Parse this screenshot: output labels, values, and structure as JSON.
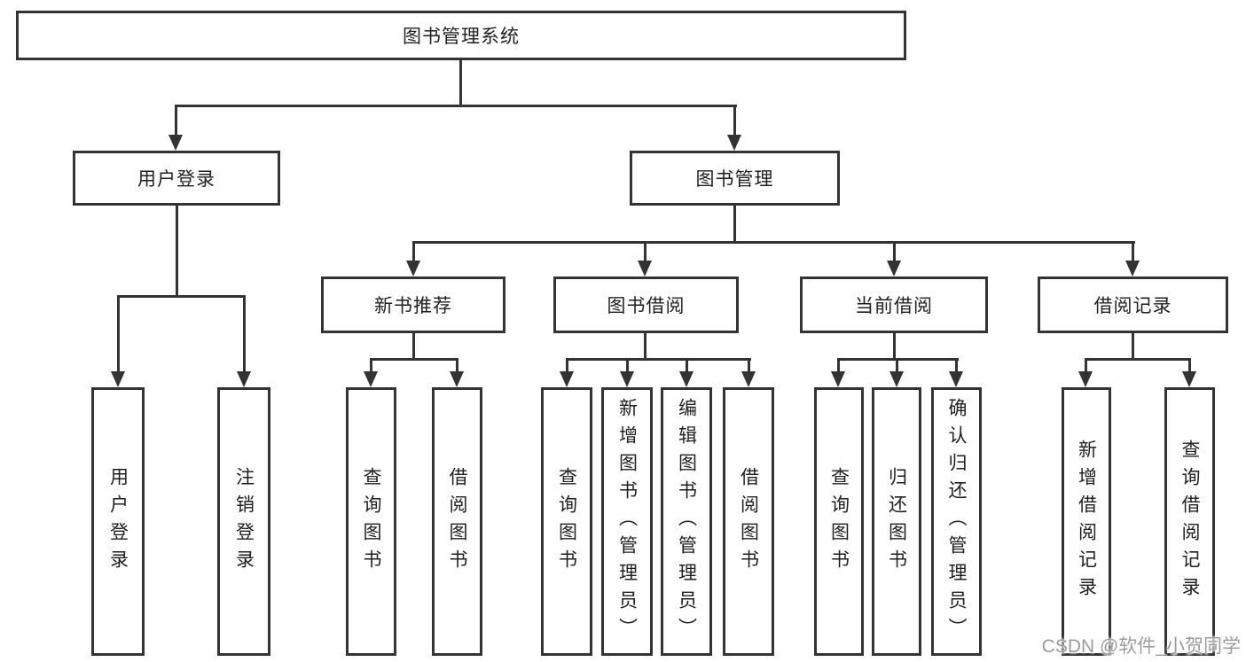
{
  "diagram": {
    "root": {
      "label": "图书管理系统"
    },
    "level2": [
      {
        "label": "用户登录"
      },
      {
        "label": "图书管理"
      }
    ],
    "level3": [
      {
        "label": "新书推荐"
      },
      {
        "label": "图书借阅"
      },
      {
        "label": "当前借阅"
      },
      {
        "label": "借阅记录"
      }
    ],
    "leaves": {
      "userLogin": [
        {
          "label": "用户登录"
        },
        {
          "label": "注销登录"
        }
      ],
      "newBooks": [
        {
          "label": "查询图书"
        },
        {
          "label": "借阅图书"
        }
      ],
      "borrow": [
        {
          "label": "查询图书"
        },
        {
          "label": "新增图书（管理员）"
        },
        {
          "label": "编辑图书（管理员）"
        },
        {
          "label": "借阅图书"
        }
      ],
      "current": [
        {
          "label": "查询图书"
        },
        {
          "label": "归还图书"
        },
        {
          "label": "确认归还（管理员）"
        }
      ],
      "records": [
        {
          "label": "新增借阅记录"
        },
        {
          "label": "查询借阅记录"
        }
      ]
    }
  },
  "watermark": {
    "text": "CSDN @软件_小贺同学"
  },
  "colors": {
    "line": "#333333",
    "text": "#1f1f1f",
    "watermark": "#9c9c9c",
    "background": "#ffffff"
  }
}
